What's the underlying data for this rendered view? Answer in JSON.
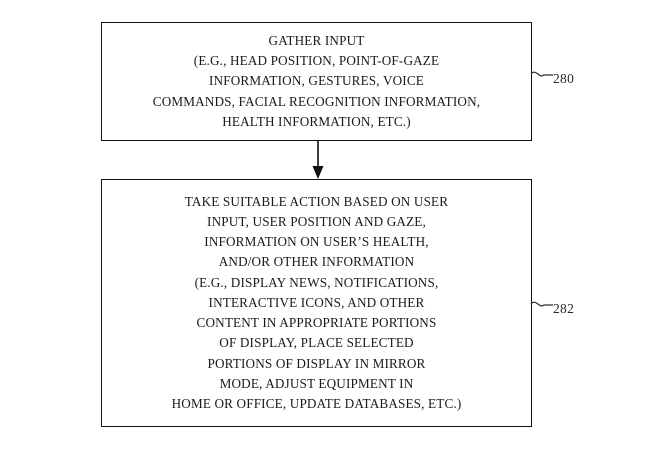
{
  "diagram": {
    "type": "flowchart",
    "background_color": "#ffffff",
    "line_color": "#111111",
    "text_color": "#1a1a1a",
    "nodes": [
      {
        "id": "gather-input",
        "ref_number": "280",
        "lines": [
          "GATHER INPUT",
          "(E.G., HEAD POSITION, POINT-OF-GAZE",
          "INFORMATION, GESTURES, VOICE",
          "COMMANDS, FACIAL RECOGNITION INFORMATION,",
          "HEALTH INFORMATION, ETC.)"
        ]
      },
      {
        "id": "take-action",
        "ref_number": "282",
        "lines": [
          "TAKE SUITABLE ACTION BASED ON USER",
          "INPUT, USER POSITION AND GAZE,",
          "INFORMATION ON USER’S HEALTH,",
          "AND/OR OTHER INFORMATION",
          "(E.G., DISPLAY NEWS, NOTIFICATIONS,",
          "INTERACTIVE ICONS, AND OTHER",
          "CONTENT IN APPROPRIATE PORTIONS",
          "OF DISPLAY, PLACE SELECTED",
          "PORTIONS OF DISPLAY IN MIRROR",
          "MODE, ADJUST EQUIPMENT IN",
          "HOME OR OFFICE, UPDATE DATABASES, ETC.)"
        ]
      }
    ],
    "edges": [
      {
        "id": "gather-to-action",
        "from": "gather-input",
        "to": "take-action",
        "direction": "down",
        "arrowhead": "solid-triangle"
      }
    ]
  }
}
